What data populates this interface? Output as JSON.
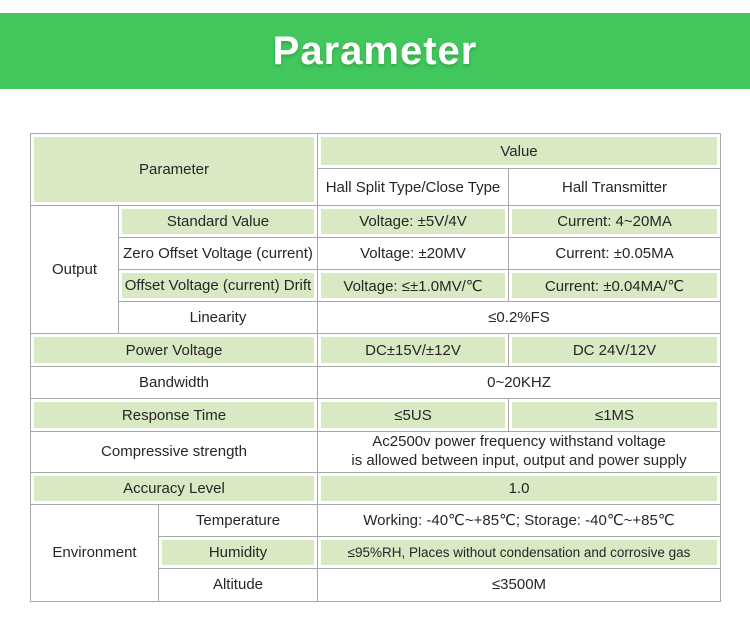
{
  "banner": {
    "title": "Parameter",
    "bg_color": "#41c75c",
    "text_color": "#ffffff"
  },
  "colors": {
    "row_green": "#d9e9c3",
    "grid_line": "#a9a9a9"
  },
  "table": {
    "header": {
      "parameter": "Parameter",
      "value": "Value",
      "col_split": "Hall Split Type/Close Type",
      "col_transmitter": "Hall Transmitter"
    },
    "output_group": {
      "label": "Output",
      "rows": [
        {
          "name": "Standard Value",
          "split": "Voltage: ±5V/4V",
          "transmitter": "Current: 4~20MA"
        },
        {
          "name": "Zero Offset Voltage (current)",
          "split": "Voltage: ±20MV",
          "transmitter": "Current: ±0.05MA"
        },
        {
          "name": "Offset Voltage (current) Drift",
          "split": "Voltage: ≤±1.0MV/℃",
          "transmitter": "Current: ±0.04MA/℃"
        },
        {
          "name": "Linearity",
          "merged": "≤0.2%FS"
        }
      ]
    },
    "power_voltage": {
      "name": "Power Voltage",
      "split": "DC±15V/±12V",
      "transmitter": "DC 24V/12V"
    },
    "bandwidth": {
      "name": "Bandwidth",
      "merged": "0~20KHZ"
    },
    "response_time": {
      "name": "Response Time",
      "split": "≤5US",
      "transmitter": "≤1MS"
    },
    "compressive_strength": {
      "name": "Compressive strength",
      "merged_line1": "Ac2500v power frequency withstand voltage",
      "merged_line2": "is allowed between input, output and power supply"
    },
    "accuracy_level": {
      "name": "Accuracy Level",
      "merged": "1.0"
    },
    "environment_group": {
      "label": "Environment",
      "rows": [
        {
          "name": "Temperature",
          "merged": "Working: -40℃~+85℃;  Storage: -40℃~+85℃"
        },
        {
          "name": "Humidity",
          "merged": "≤95%RH,  Places without condensation and corrosive gas"
        },
        {
          "name": "Altitude",
          "merged": "≤3500M"
        }
      ]
    }
  }
}
